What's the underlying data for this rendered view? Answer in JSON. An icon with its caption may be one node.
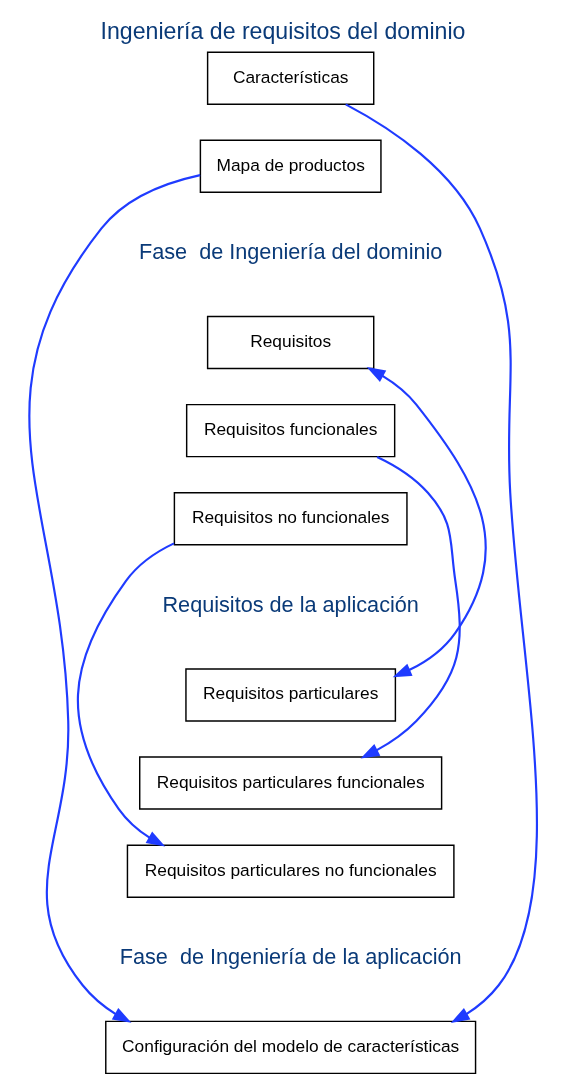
{
  "diagram": {
    "title": "Ingeniería de requisitos del dominio",
    "nodes": [
      {
        "text": [
          "Características"
        ]
      },
      {
        "text": [
          "Mapa de productos"
        ]
      },
      {
        "text": [
          "Requisitos"
        ]
      },
      {
        "text": [
          "Requisitos funcionales"
        ]
      },
      {
        "text": [
          "Requisitos no funcionales"
        ]
      },
      {
        "text": [
          "Requisitos particulares"
        ]
      },
      {
        "text": [
          "Requisitos particulares funcionales"
        ]
      },
      {
        "text": [
          "Requisitos particulares no funcionales"
        ]
      },
      {
        "text": [
          "Configuración del modelo de características"
        ]
      }
    ],
    "edges": [
      {
        "from": 0,
        "to": 8,
        "arrow": "to"
      },
      {
        "from": 1,
        "to": 8,
        "arrow": "to"
      },
      {
        "from": 2,
        "to": 5,
        "arrow": "both"
      },
      {
        "from": 3,
        "to": 6,
        "arrow": "to"
      },
      {
        "from": 4,
        "to": 7,
        "arrow": "to"
      }
    ],
    "labels": [
      "Fase  de Ingeniería del dominio",
      "Requisitos de la aplicación",
      "Fase  de Ingeniería de la aplicación"
    ]
  }
}
